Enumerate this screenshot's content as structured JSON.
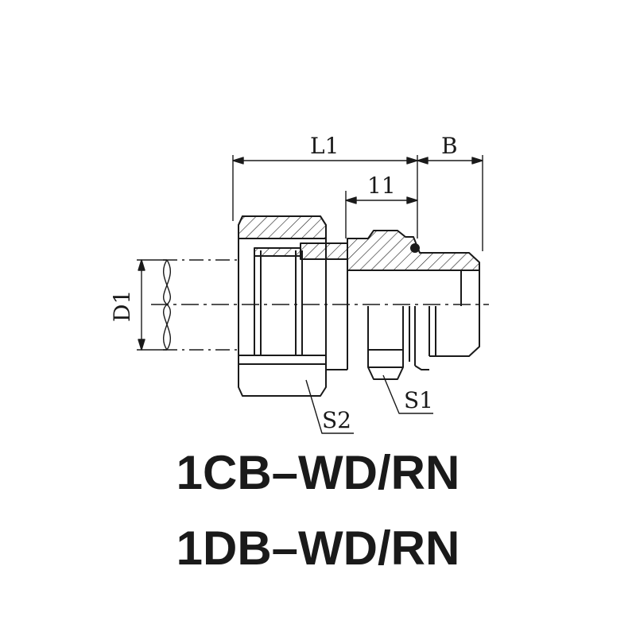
{
  "labels": {
    "L1": "L1",
    "B": "B",
    "l1": "11",
    "D1": "D1",
    "S1": "S1",
    "S2": "S2"
  },
  "titles": [
    "1CB–WD/RN",
    "1DB–WD/RN"
  ],
  "colors": {
    "line": "#1a1a1a",
    "background": "#ffffff"
  }
}
